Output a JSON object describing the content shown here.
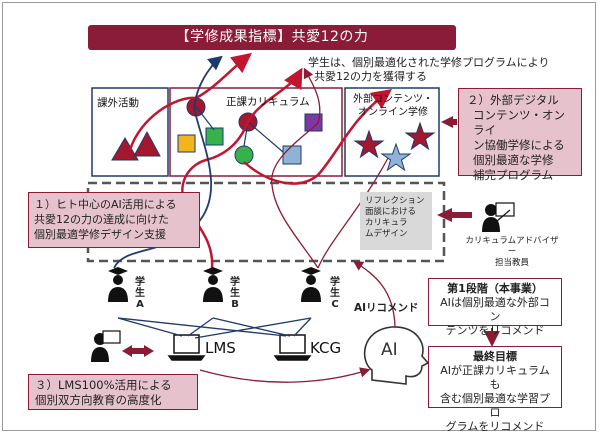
{
  "banner": {
    "title": "【学修成果指標】共愛12の力"
  },
  "top_note": {
    "line1": "学生は、個別最適化された学修プログラムにより",
    "line2": "共愛12の力を獲得する"
  },
  "boxes": {
    "extracurricular": "課外活動",
    "curriculum": "正課カリキュラム",
    "external": {
      "line1": "外部コンテンツ・",
      "line2": "オンライン学修"
    }
  },
  "callout_2": {
    "line1": "２）外部デジタル",
    "line2": "コンテンツ・オンライ",
    "line3": "ン協働学修による",
    "line4": "個別最適な学修",
    "line5": "補完プログラム"
  },
  "callout_1": {
    "line1": "１）ヒト中心のAI活用による",
    "line2": "共愛12の力の達成に向けた",
    "line3": "個別最適学修デザイン支援"
  },
  "reflection": {
    "line1": "リフレクション",
    "line2": "面談における",
    "line3": "カリキュラ",
    "line4": "ムデザイン"
  },
  "advisor": {
    "line1": "カリキュラムアドバイザー",
    "line2": "担当教員"
  },
  "students": [
    {
      "label1": "学",
      "label2": "生",
      "label3": "A"
    },
    {
      "label1": "学",
      "label2": "生",
      "label3": "B"
    },
    {
      "label1": "学",
      "label2": "生",
      "label3": "C"
    }
  ],
  "ai_recommend": "AIリコメンド",
  "stage1": {
    "title": "第1段階（本事業）",
    "line1": "AIは個別最適な外部コン",
    "line2": "テンツをリコメンド"
  },
  "final": {
    "title": "最終目標",
    "line1": "AIが正課カリキュラムも",
    "line2": "含む個別最適な学習プロ",
    "line3": "グラムをリコメンド"
  },
  "lms": "LMS",
  "kcg": "KCG",
  "ai": "AI",
  "callout_3": {
    "line1": "３）LMS100%活用による",
    "line2": "個別双方向教育の高度化"
  },
  "colors": {
    "brand": "#8a1c37",
    "pink": "#e6c3cc",
    "navy": "#1f3a6e",
    "gray": "#d9d9d9"
  }
}
